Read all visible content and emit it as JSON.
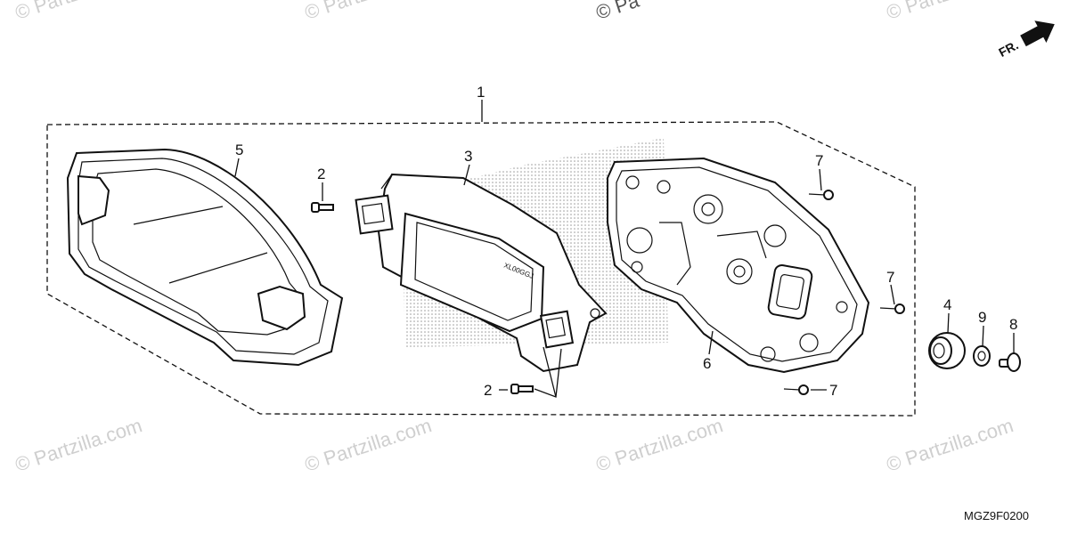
{
  "watermark": {
    "text": "© Partzilla.com",
    "top_text": "© Pa"
  },
  "direction_label": "FR.",
  "diagram_code": "MGZ9F0200",
  "meter_label": "XL00GGJ",
  "callouts": {
    "c1": "1",
    "c2a": "2",
    "c2b": "2",
    "c3": "3",
    "c4": "4",
    "c5": "5",
    "c6": "6",
    "c7a": "7",
    "c7b": "7",
    "c7c": "7",
    "c8": "8",
    "c9": "9"
  },
  "colors": {
    "line": "#111111",
    "watermark": "#cfcfcf",
    "stipple": "#9a9a9a"
  }
}
